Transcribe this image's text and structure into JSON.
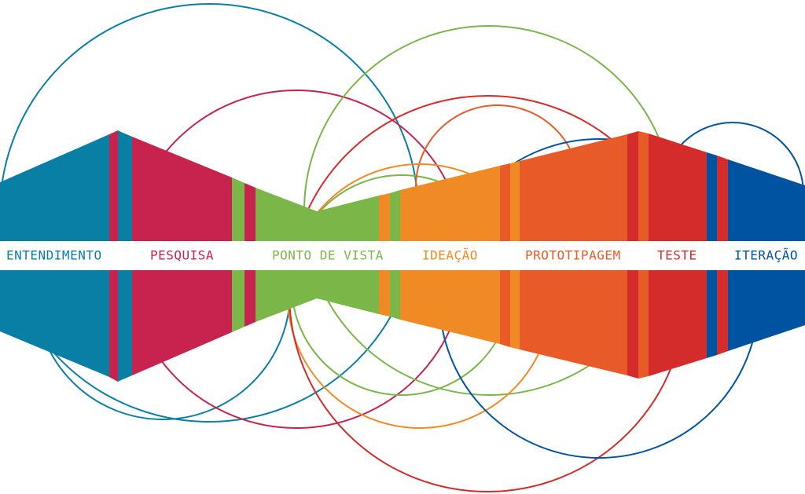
{
  "diagram": {
    "stages": [
      {
        "label": "ENTENDIMENTO",
        "color": "#0a7fa6"
      },
      {
        "label": "PESQUISA",
        "color": "#c8234e"
      },
      {
        "label": "PONTO DE VISTA",
        "color": "#7ab648"
      },
      {
        "label": "IDEAÇÃO",
        "color": "#f08a24"
      },
      {
        "label": "PROTOTIPAGEM",
        "color": "#e85a28"
      },
      {
        "label": "TESTE",
        "color": "#d42b2b"
      },
      {
        "label": "ITERAÇÃO",
        "color": "#0053a0"
      }
    ],
    "band_color": "#ffffff"
  }
}
